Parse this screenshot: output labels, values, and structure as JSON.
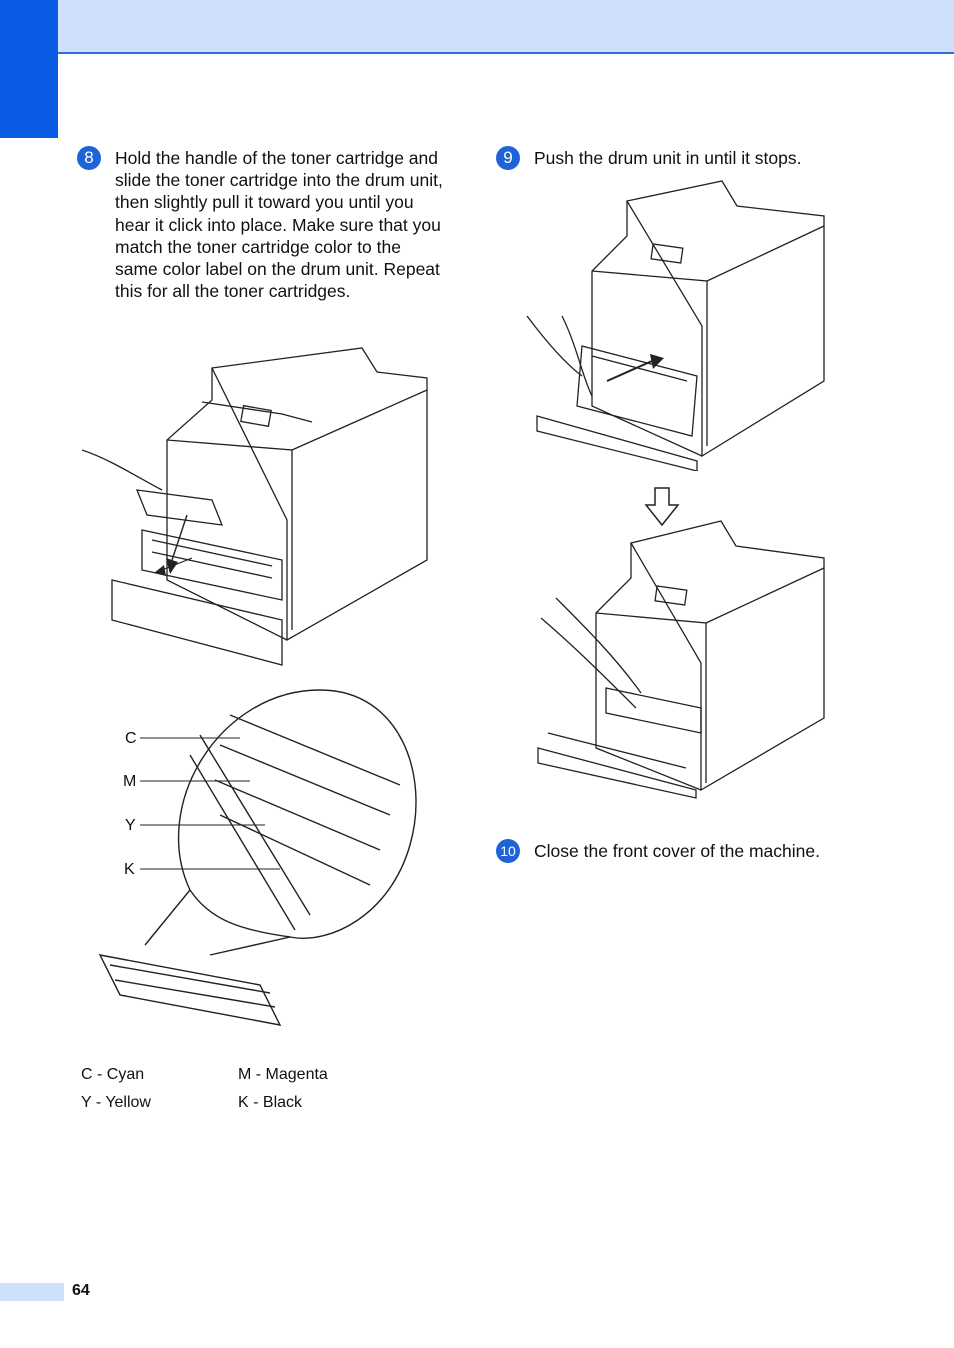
{
  "steps": [
    {
      "number": "8",
      "text": "Hold the handle of the toner cartridge and slide the toner cartridge into the drum unit, then slightly pull it toward you until you hear it click into place. Make sure that you match the toner cartridge color to the same color label on the drum unit. Repeat this for all the toner cartridges."
    },
    {
      "number": "9",
      "text": "Push the drum unit in until it stops."
    },
    {
      "number": "10",
      "text": "Close the front cover of the machine."
    }
  ],
  "callouts": [
    "C",
    "M",
    "Y",
    "K"
  ],
  "legend": [
    {
      "text": "C - Cyan"
    },
    {
      "text": "M - Magenta"
    },
    {
      "text": "Y - Yellow"
    },
    {
      "text": "K - Black"
    }
  ],
  "page_number": "64",
  "colors": {
    "accent": "#0b5ce5",
    "header_band": "#cfe0fb"
  },
  "icons": {
    "step_badge": "circled-number",
    "arrow": "down-arrow-icon"
  }
}
